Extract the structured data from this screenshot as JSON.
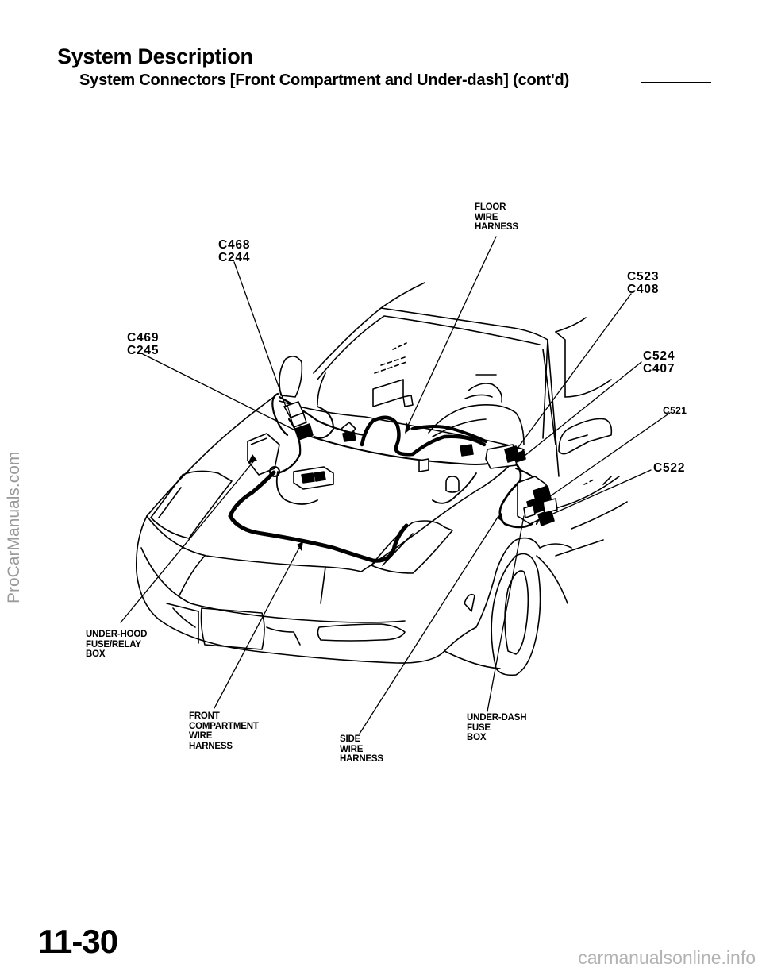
{
  "header": {
    "title": "System  Description",
    "subtitle": "System Connectors [Front Compartment and Under-dash] (cont'd)"
  },
  "connectors": {
    "c468_c244": [
      "C468",
      "C244"
    ],
    "c469_c245": [
      "C469",
      "C245"
    ],
    "c523_c408": [
      "C523",
      "C408"
    ],
    "c524_c407": [
      "C524",
      "C407"
    ],
    "c521": "C521",
    "c522": "C522"
  },
  "labels": {
    "floor_harness": [
      "FLOOR",
      "WIRE",
      "HARNESS"
    ],
    "under_hood_box": [
      "UNDER-HOOD",
      "FUSE/RELAY",
      "BOX"
    ],
    "front_harness": [
      "FRONT",
      "COMPARTMENT",
      "WIRE",
      "HARNESS"
    ],
    "side_harness": [
      "SIDE",
      "WIRE",
      "HARNESS"
    ],
    "under_dash_box": [
      "UNDER-DASH",
      "FUSE",
      "BOX"
    ]
  },
  "footer": {
    "page_number": "11-30",
    "watermark_side": "ProCarManuals.com",
    "watermark_bottom": "carmanualsonline.info"
  }
}
